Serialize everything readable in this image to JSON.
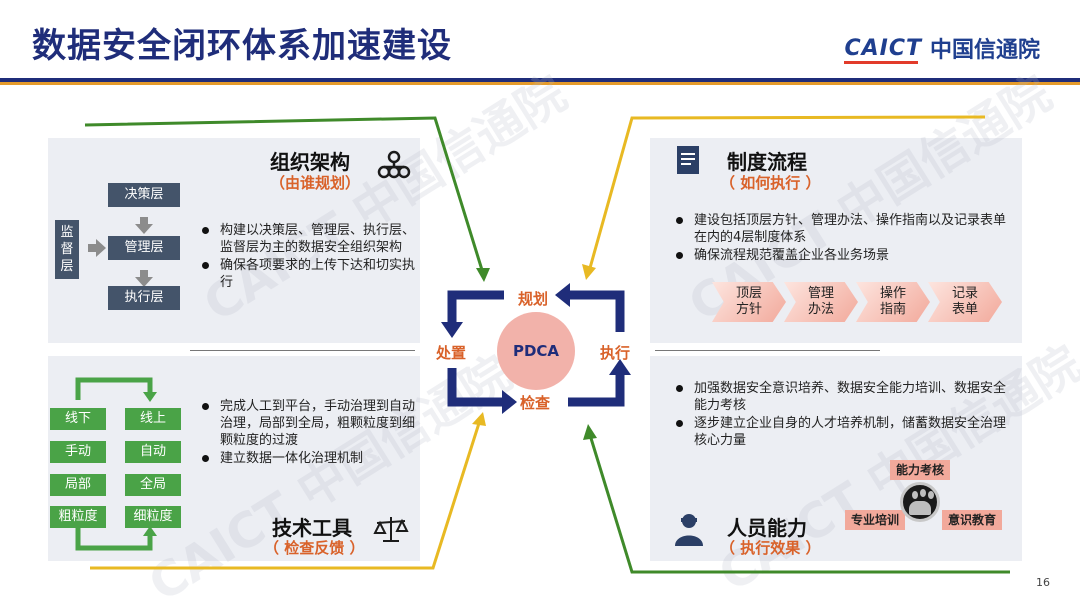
{
  "title": "数据安全闭环体系加速建设",
  "logo": {
    "en": "CAICT",
    "cn": "中国信通院"
  },
  "watermark": "CAICT 中国信通院",
  "colors": {
    "navy": "#1f2d7a",
    "orange": "#d9622a",
    "green": "#4aa347",
    "yellow": "#e8b923",
    "pink": "#f2b2aa"
  },
  "center": {
    "label": "PDCA",
    "plan": "规划",
    "do": "执行",
    "check": "检查",
    "act": "处置"
  },
  "org": {
    "title": "组织架构",
    "subtitle": "（由谁规划）",
    "icon": "org-chart-icon",
    "side_label": [
      "监",
      "督",
      "层"
    ],
    "layers": [
      "决策层",
      "管理层",
      "执行层"
    ],
    "bullets": [
      "构建以决策层、管理层、执行层、监督层为主的数据安全组织架构",
      "确保各项要求的上传下达和切实执行"
    ]
  },
  "policy": {
    "title": "制度流程",
    "subtitle": "（ 如何执行 ）",
    "icon": "document-icon",
    "bullets": [
      "建设包括顶层方针、管理办法、操作指南以及记录表单在内的4层制度体系",
      "确保流程规范覆盖企业各业务场景"
    ],
    "steps": [
      [
        "顶层",
        "方针"
      ],
      [
        "管理",
        "办法"
      ],
      [
        "操作",
        "指南"
      ],
      [
        "记录",
        "表单"
      ]
    ]
  },
  "tools": {
    "title": "技术工具",
    "subtitle": "（ 检查反馈 ）",
    "icon": "scale-icon",
    "left": [
      "线下",
      "手动",
      "局部",
      "粗粒度"
    ],
    "right": [
      "线上",
      "自动",
      "全局",
      "细粒度"
    ],
    "bullets": [
      "完成人工到平台，手动治理到自动治理，局部到全局，粗颗粒度到细颗粒度的过渡",
      "建立数据一体化治理机制"
    ]
  },
  "people": {
    "title": "人员能力",
    "subtitle": "（ 执行效果 ）",
    "icon": "person-icon",
    "bullets": [
      "加强数据安全意识培养、数据安全能力培训、数据安全能力考核",
      "逐步建立企业自身的人才培养机制，储蓄数据安全治理核心力量"
    ],
    "tags": [
      "能力考核",
      "专业培训",
      "意识教育"
    ]
  },
  "page_number": "16"
}
